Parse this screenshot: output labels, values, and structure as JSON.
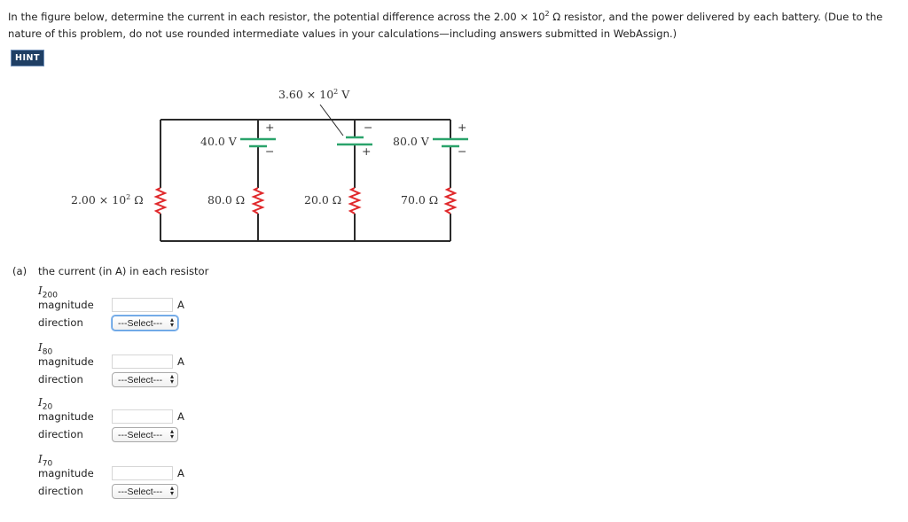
{
  "prompt": {
    "line1_a": "In the figure below, determine the current in each resistor, the potential difference across the 2.00 × 10",
    "line1_sup": "2",
    "line1_b": " Ω resistor, and the power delivered by each battery. (Due to the",
    "line2": "nature of this problem, do not use rounded intermediate values in your calculations—including answers submitted in WebAssign.)"
  },
  "hint_label": "HINT",
  "figure": {
    "top_battery_label_base": "3.60 × 10",
    "top_battery_label_exp": "2",
    "top_battery_label_unit": " V",
    "battery_40": "40.0 V",
    "battery_80": "80.0 V",
    "resistor_200_base": "2.00 × 10",
    "resistor_200_exp": "2",
    "resistor_200_unit": " Ω",
    "resistor_80": "80.0 Ω",
    "resistor_20": "20.0 Ω",
    "resistor_70": "70.0 Ω",
    "plus": "+",
    "minus": "−",
    "colors": {
      "wire": "#2b2b2b",
      "battery": "#2aa36b",
      "resistor": "#e0282b"
    }
  },
  "part_a": {
    "tag": "(a)",
    "text": "the current (in A) in each resistor",
    "items": [
      {
        "var": "I",
        "sub": "200",
        "magnitude_label": "magnitude",
        "magnitude_value": "",
        "unit": "A",
        "direction_label": "direction",
        "direction_value": "---Select---"
      },
      {
        "var": "I",
        "sub": "80",
        "magnitude_label": "magnitude",
        "magnitude_value": "",
        "unit": "A",
        "direction_label": "direction",
        "direction_value": "---Select---"
      },
      {
        "var": "I",
        "sub": "20",
        "magnitude_label": "magnitude",
        "magnitude_value": "",
        "unit": "A",
        "direction_label": "direction",
        "direction_value": "---Select---"
      },
      {
        "var": "I",
        "sub": "70",
        "magnitude_label": "magnitude",
        "magnitude_value": "",
        "unit": "A",
        "direction_label": "direction",
        "direction_value": "---Select---"
      }
    ]
  }
}
